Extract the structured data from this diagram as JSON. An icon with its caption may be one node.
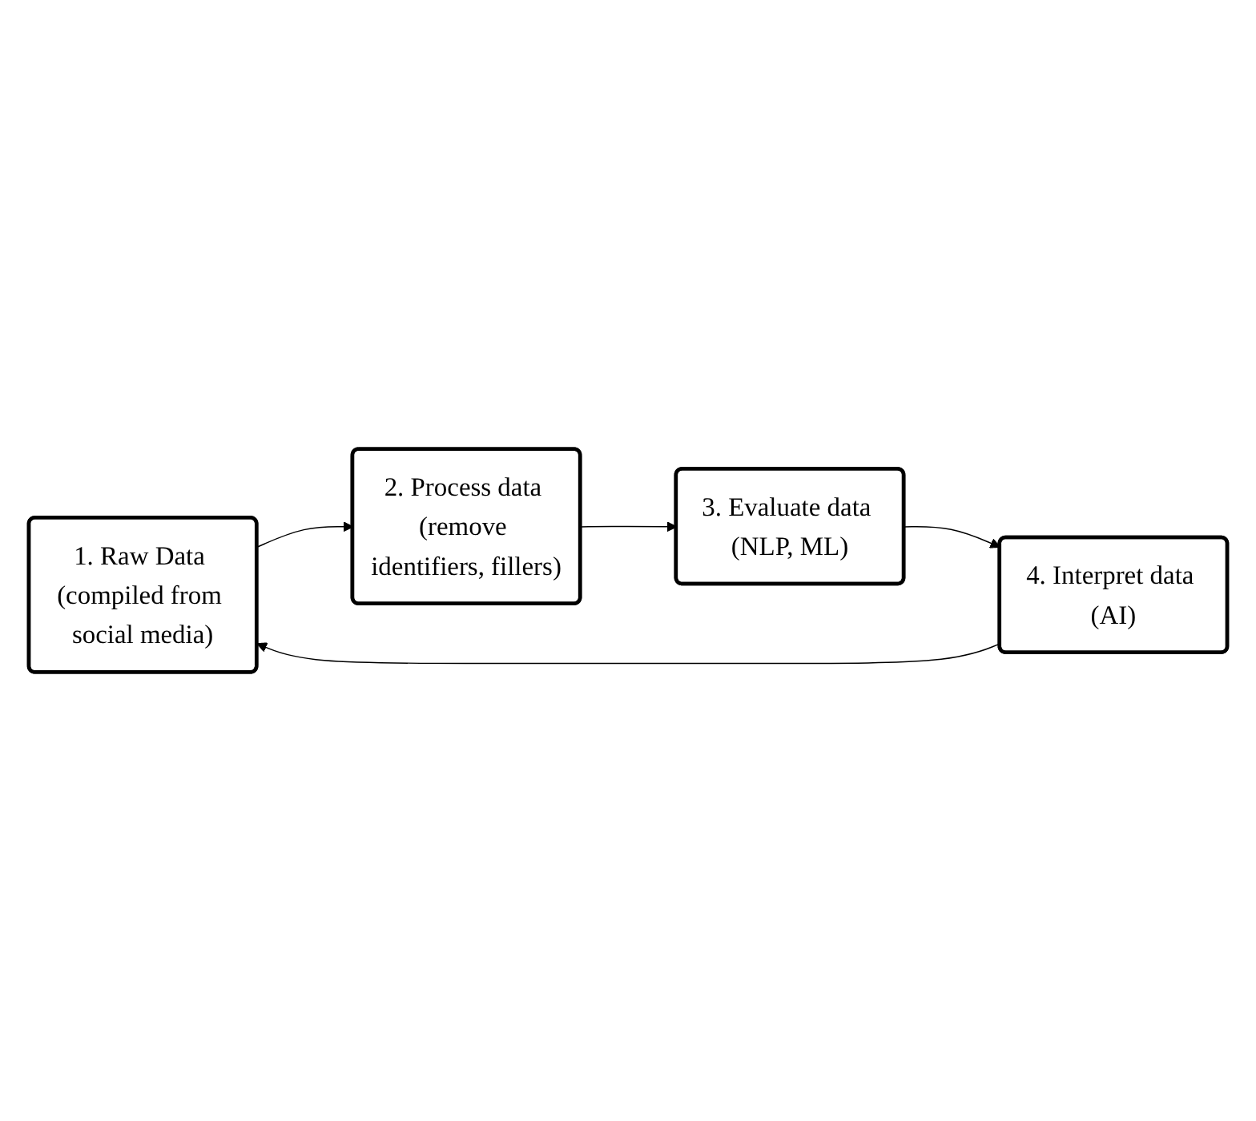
{
  "diagram": {
    "nodes": [
      {
        "text": [
          "1. Raw Data (compiled from social media)"
        ]
      },
      {
        "text": [
          "2. Process data (remove identifiers, fillers)"
        ]
      },
      {
        "text": [
          "3. Evaluate data (NLP, ML)"
        ]
      },
      {
        "text": [
          "4. Interpret data (AI)"
        ]
      }
    ],
    "edges": [
      {
        "from": 0,
        "to": 1,
        "arrow": "to"
      },
      {
        "from": 1,
        "to": 2,
        "arrow": "to"
      },
      {
        "from": 2,
        "to": 3,
        "arrow": "to"
      },
      {
        "from": 3,
        "to": 0,
        "arrow": "to"
      }
    ]
  }
}
